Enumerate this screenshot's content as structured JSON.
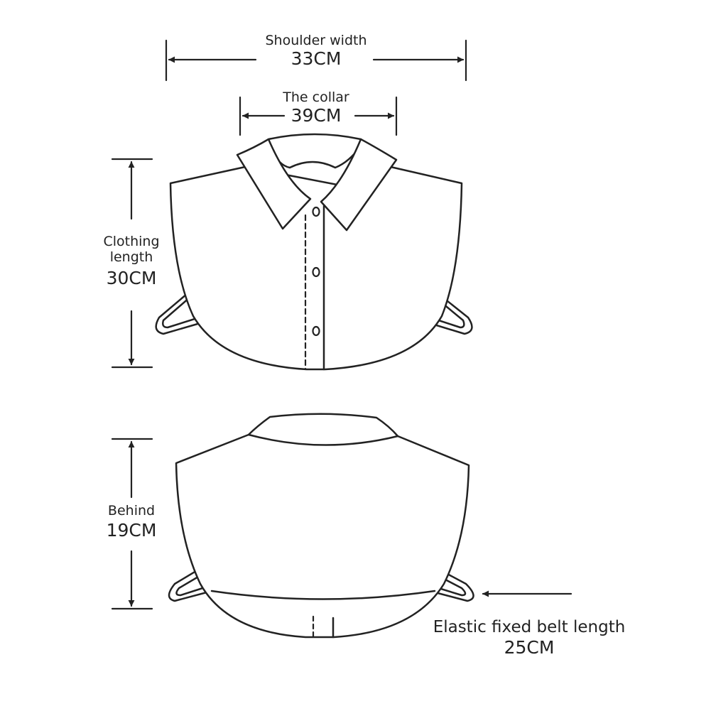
{
  "measurements": {
    "shoulder_width": {
      "label": "Shoulder width",
      "value": "33CM"
    },
    "collar": {
      "label": "The collar",
      "value": "39CM"
    },
    "clothing_length": {
      "label_line1": "Clothing",
      "label_line2": "length",
      "value": "30CM"
    },
    "behind": {
      "label": "Behind",
      "value": "19CM"
    },
    "elastic_belt": {
      "label": "Elastic fixed belt length",
      "value": "25CM"
    }
  },
  "colors": {
    "line": "#222222",
    "background": "#ffffff"
  }
}
